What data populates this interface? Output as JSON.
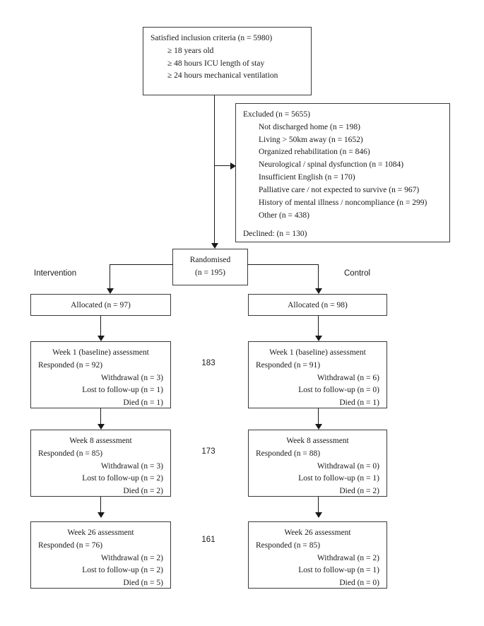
{
  "diagram": {
    "type": "consort-flow-diagram",
    "inclusion_box": {
      "heading": "Satisfied inclusion criteria (n = 5980)",
      "criteria": [
        "≥  18 years old",
        "≥  48 hours ICU length of stay",
        "≥ 24 hours mechanical ventilation"
      ]
    },
    "excluded_box": {
      "heading": "Excluded (n = 5655)",
      "reasons": [
        "Not discharged home (n = 198)",
        "Living  >  50km away (n = 1652)",
        "Organized rehabilitation (n = 846)",
        "Neurological / spinal dysfunction (n = 1084)",
        "Insufficient English (n = 170)",
        "Palliative care / not expected to survive (n = 967)",
        "History of mental illness / noncompliance (n = 299)",
        "Other (n = 438)"
      ],
      "declined": "Declined: (n = 130)"
    },
    "randomised_box": {
      "line1": "Randomised",
      "line2": "(n = 195)"
    },
    "arm_labels": {
      "left": "Intervention",
      "right": "Control"
    },
    "allocated": {
      "left": "Allocated (n = 97)",
      "right": "Allocated (n = 98)"
    },
    "midpoint_totals": {
      "week1": "183",
      "week8": "173",
      "week26": "161"
    },
    "week1": {
      "left": {
        "title": "Week 1 (baseline) assessment",
        "responded": "Responded (n = 92)",
        "withdrawal": "Withdrawal (n = 3)",
        "lost": "Lost to follow-up (n = 1)",
        "died": "Died (n = 1)"
      },
      "right": {
        "title": "Week 1 (baseline) assessment",
        "responded": "Responded (n = 91)",
        "withdrawal": "Withdrawal (n = 6)",
        "lost": "Lost to follow-up (n = 0)",
        "died": "Died (n = 1)"
      }
    },
    "week8": {
      "left": {
        "title": "Week 8 assessment",
        "responded": "Responded (n = 85)",
        "withdrawal": "Withdrawal (n = 3)",
        "lost": "Lost to follow-up (n = 2)",
        "died": "Died (n = 2)"
      },
      "right": {
        "title": "Week 8 assessment",
        "responded": "Responded (n = 88)",
        "withdrawal": "Withdrawal (n = 0)",
        "lost": "Lost to follow-up (n = 1)",
        "died": "Died (n = 2)"
      }
    },
    "week26": {
      "left": {
        "title": "Week 26 assessment",
        "responded": "Responded (n = 76)",
        "withdrawal": "Withdrawal (n = 2)",
        "lost": "Lost to follow-up (n = 2)",
        "died": "Died (n = 5)"
      },
      "right": {
        "title": "Week 26 assessment",
        "responded": "Responded (n = 85)",
        "withdrawal": "Withdrawal (n = 2)",
        "lost": "Lost to follow-up (n = 1)",
        "died": "Died (n = 0)"
      }
    },
    "colors": {
      "box_border": "#3a3a3a",
      "connector": "#1a1a1a",
      "text": "#1a1a1a",
      "background": "#ffffff"
    }
  }
}
